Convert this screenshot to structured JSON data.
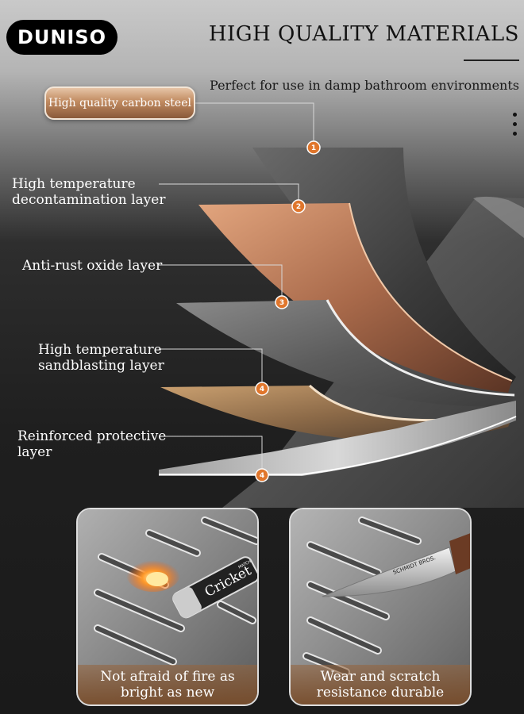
{
  "brand": "DUNISO",
  "headline": "HIGH QUALITY MATERIALS",
  "subheadline": "Perfect for use in damp bathroom environments",
  "layers": [
    {
      "badge": "1",
      "label": "High quality carbon steel"
    },
    {
      "badge": "2",
      "label_line1": "High temperature",
      "label_line2": "decontamination layer"
    },
    {
      "badge": "3",
      "label": "Anti-rust oxide layer"
    },
    {
      "badge": "4",
      "label_line1": "High temperature",
      "label_line2": "sandblasting layer"
    },
    {
      "badge": "4",
      "label_line1": "Reinforced protective",
      "label_line2": "layer"
    }
  ],
  "cards": [
    {
      "caption": "Not afraid of fire as bright as new",
      "lighter_text": "Cricket",
      "lighter_small": "MATCH"
    },
    {
      "caption": "Wear and scratch resistance durable",
      "knife_text": "SCHMIDT BROS."
    }
  ],
  "colors": {
    "badge": "#e0762c",
    "copper": "#c98a62",
    "accent_line": "#cccccc"
  }
}
